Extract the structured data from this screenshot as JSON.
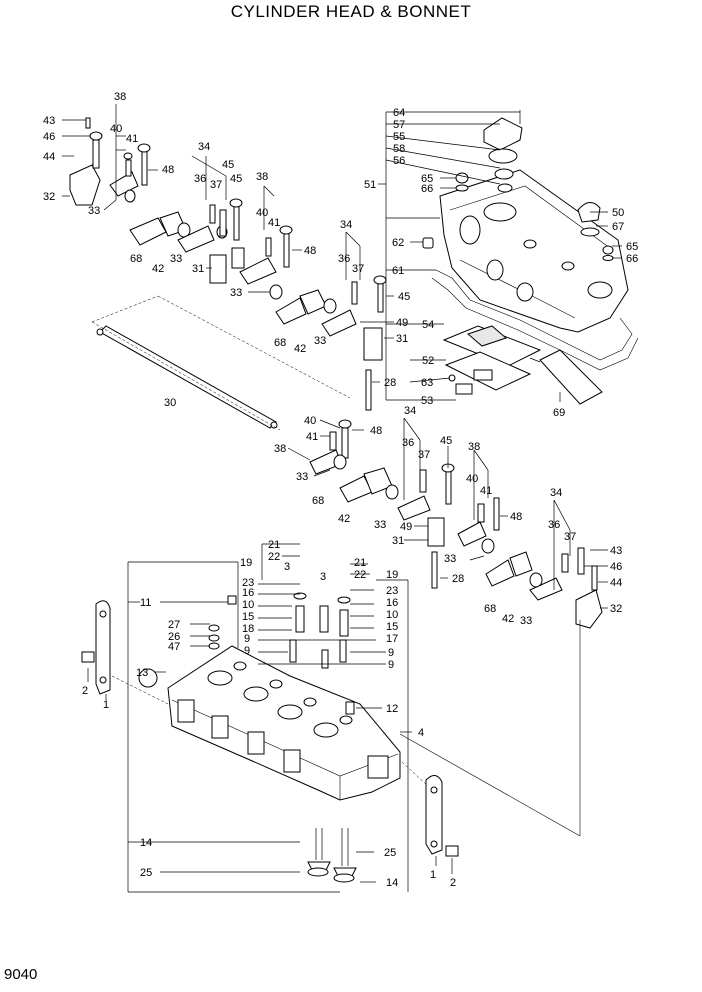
{
  "title": "CYLINDER HEAD & BONNET",
  "page_number": "9040",
  "callouts": [
    "1",
    "2",
    "3",
    "4",
    "9",
    "10",
    "11",
    "12",
    "13",
    "14",
    "15",
    "16",
    "17",
    "18",
    "19",
    "21",
    "22",
    "23",
    "25",
    "26",
    "27",
    "28",
    "30",
    "31",
    "32",
    "33",
    "34",
    "36",
    "37",
    "38",
    "40",
    "41",
    "42",
    "43",
    "44",
    "45",
    "46",
    "47",
    "48",
    "49",
    "50",
    "51",
    "52",
    "53",
    "54",
    "55",
    "56",
    "57",
    "58",
    "61",
    "62",
    "63",
    "64",
    "65",
    "66",
    "67",
    "68",
    "69"
  ]
}
